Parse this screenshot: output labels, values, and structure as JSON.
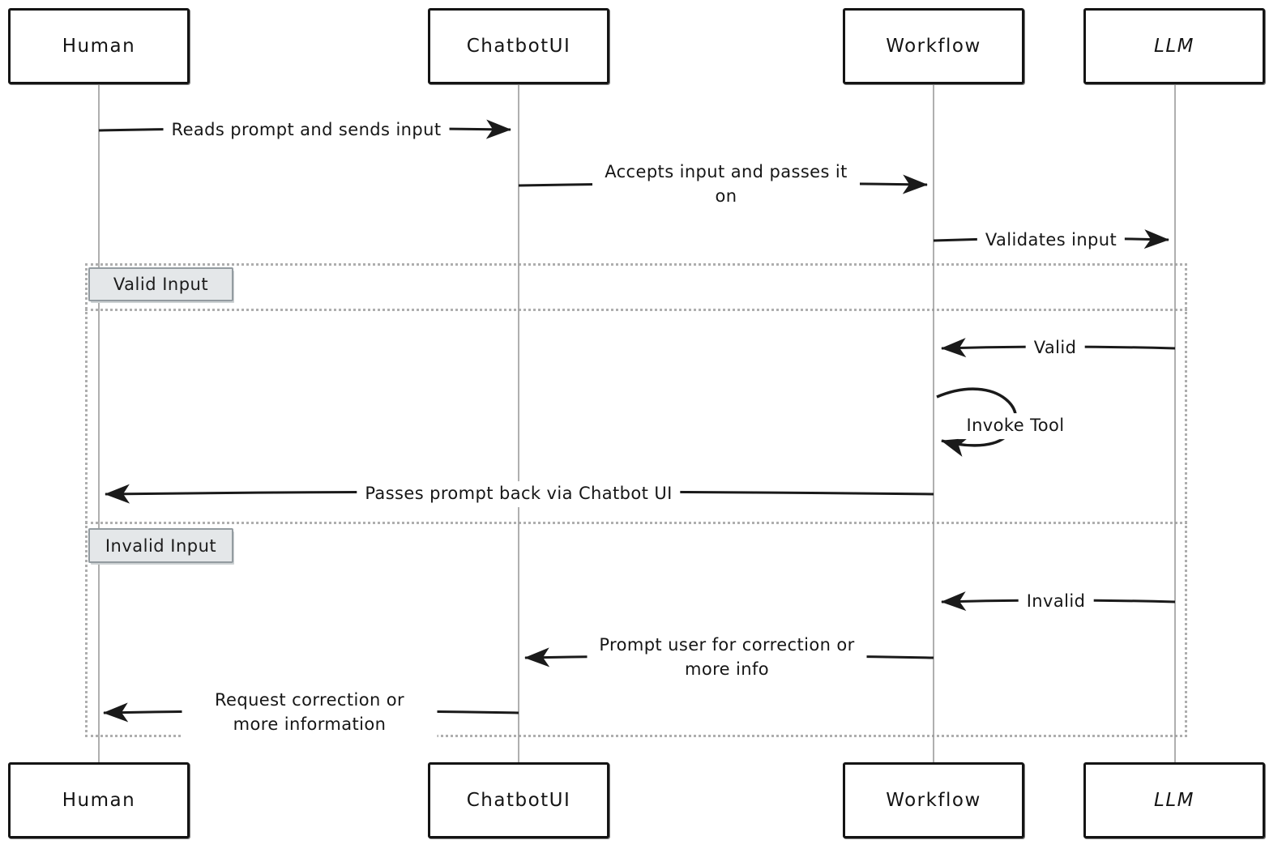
{
  "diagram": {
    "type": "sequence-diagram",
    "actors": [
      {
        "id": "human",
        "label": "Human"
      },
      {
        "id": "chatbotui",
        "label": "ChatbotUI"
      },
      {
        "id": "workflow",
        "label": "Workflow"
      },
      {
        "id": "llm",
        "label": "LLM"
      }
    ],
    "fragments": [
      {
        "id": "valid",
        "label": "Valid Input"
      },
      {
        "id": "invalid",
        "label": "Invalid Input"
      }
    ],
    "messages": [
      {
        "from": "Human",
        "to": "ChatbotUI",
        "label": "Reads prompt and sends input"
      },
      {
        "from": "ChatbotUI",
        "to": "Workflow",
        "label": "Accepts input and passes it on"
      },
      {
        "from": "Workflow",
        "to": "LLM",
        "label": "Validates input"
      },
      {
        "from": "LLM",
        "to": "Workflow",
        "label": "Valid"
      },
      {
        "from": "Workflow",
        "to": "Workflow",
        "label": "Invoke Tool",
        "kind": "self-loop"
      },
      {
        "from": "Workflow",
        "to": "Human",
        "label": "Passes prompt back via Chatbot UI"
      },
      {
        "from": "LLM",
        "to": "Workflow",
        "label": "Invalid"
      },
      {
        "from": "Workflow",
        "to": "ChatbotUI",
        "label": "Prompt user for correction or more info"
      },
      {
        "from": "ChatbotUI",
        "to": "Human",
        "label": "Request correction or more information"
      }
    ],
    "colors": {
      "stroke": "#1a1a1a",
      "lifeline": "#9b9b9b",
      "frame_border": "#aeaeae",
      "fragment_bg": "#e4e7e9"
    }
  }
}
